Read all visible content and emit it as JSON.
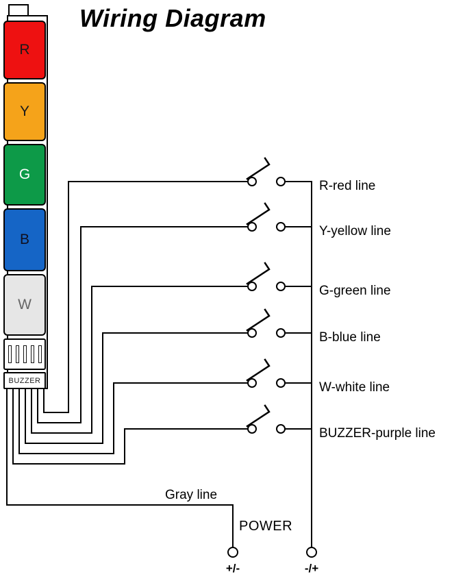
{
  "title": "Wiring Diagram",
  "tower": {
    "segments": [
      {
        "label": "R",
        "color": "#ee1111",
        "text_color": "#1a1a1a"
      },
      {
        "label": "Y",
        "color": "#f5a31a",
        "text_color": "#1a1a1a"
      },
      {
        "label": "G",
        "color": "#0d9a48",
        "text_color": "#ffffff"
      },
      {
        "label": "B",
        "color": "#1565c6",
        "text_color": "#101020"
      },
      {
        "label": "W",
        "color": "#e6e6e6",
        "text_color": "#666666"
      }
    ],
    "buzzer_label": "BUZZER"
  },
  "switch_lines": [
    {
      "label": "R-red line"
    },
    {
      "label": "Y-yellow line"
    },
    {
      "label": "G-green line"
    },
    {
      "label": "B-blue line"
    },
    {
      "label": "W-white line"
    },
    {
      "label": "BUZZER-purple line"
    }
  ],
  "gray_line_label": "Gray line",
  "power": {
    "label": "POWER",
    "left_terminal": "+/-",
    "right_terminal": "-/+"
  },
  "wire_color": "#000000"
}
